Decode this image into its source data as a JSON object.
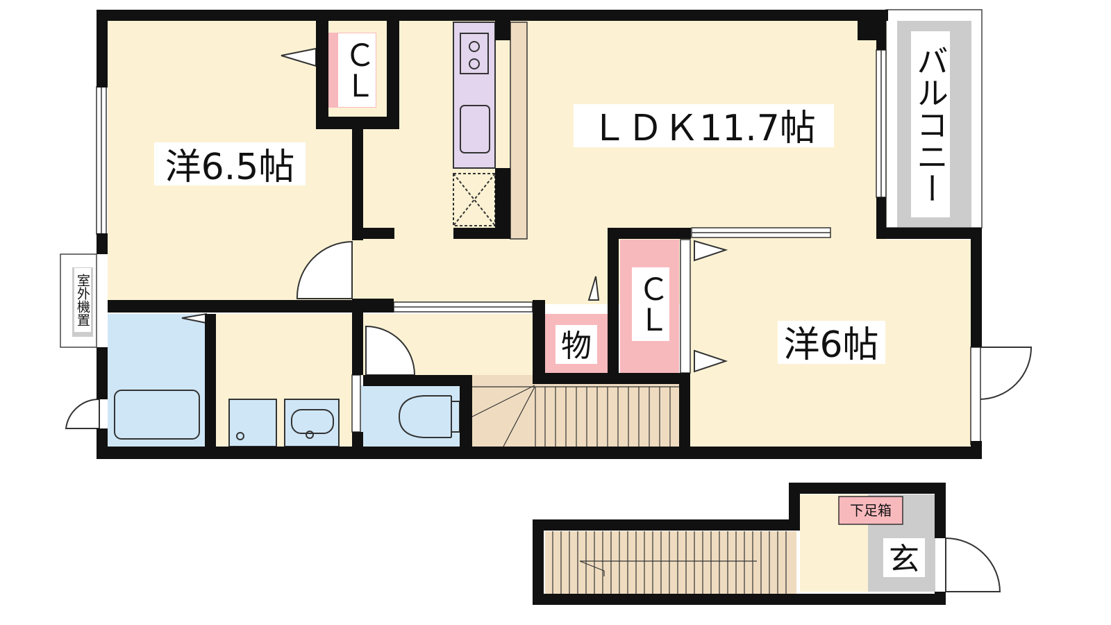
{
  "floorplan": {
    "rooms": {
      "western_a": "洋6.5帖",
      "ldk": "ＬＤＫ11.7帖",
      "western_b": "洋6帖",
      "closet_a": "ＣＬ",
      "closet_b": "ＣＬ",
      "storage": "物",
      "balcony": "バルコニー",
      "outdoor_unit": "室外機置",
      "shoe_box": "下足箱",
      "entrance": "玄"
    },
    "colors": {
      "room_floor": "#fcf2d3",
      "closet": "#f8b9bd",
      "wet_area": "#cfe6f6",
      "gray": "#cccccc",
      "kitchen": "#e3d5ee",
      "stairs": "#efdcc0",
      "wall": "#111111"
    }
  }
}
